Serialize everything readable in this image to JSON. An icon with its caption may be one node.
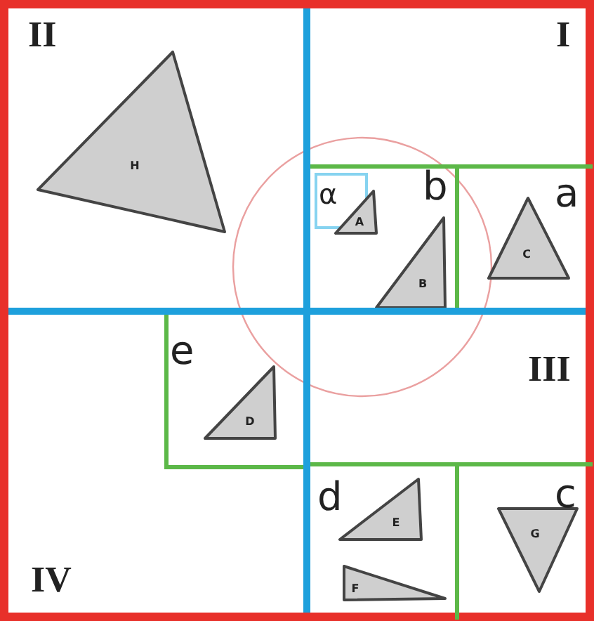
{
  "diagram": {
    "nodes": [
      {
        "text": [],
        "shape": "box"
      },
      {
        "text": [
          "II"
        ],
        "in": 0
      },
      {
        "text": [
          "H"
        ],
        "in": 1
      },
      {
        "text": [
          "I"
        ],
        "in": 0
      },
      {
        "text": [
          "b"
        ],
        "in": 3
      },
      {
        "text": [
          "α"
        ],
        "in": 4
      },
      {
        "text": [
          "A"
        ],
        "in": 5
      },
      {
        "text": [
          "B"
        ],
        "in": 4
      },
      {
        "text": [
          "a"
        ],
        "in": 3
      },
      {
        "text": [
          "C"
        ],
        "in": 8
      },
      {
        "text": [
          "IV"
        ],
        "in": 0
      },
      {
        "text": [
          "e"
        ],
        "in": 10
      },
      {
        "text": [
          "D"
        ],
        "in": 11
      },
      {
        "text": [
          "III"
        ],
        "in": 0
      },
      {
        "text": [
          "d"
        ],
        "in": 13
      },
      {
        "text": [
          "E"
        ],
        "in": 14
      },
      {
        "text": [
          "F"
        ],
        "in": 14
      },
      {
        "text": [
          "c"
        ],
        "in": 13
      },
      {
        "text": [
          "G"
        ],
        "in": 17
      }
    ]
  }
}
